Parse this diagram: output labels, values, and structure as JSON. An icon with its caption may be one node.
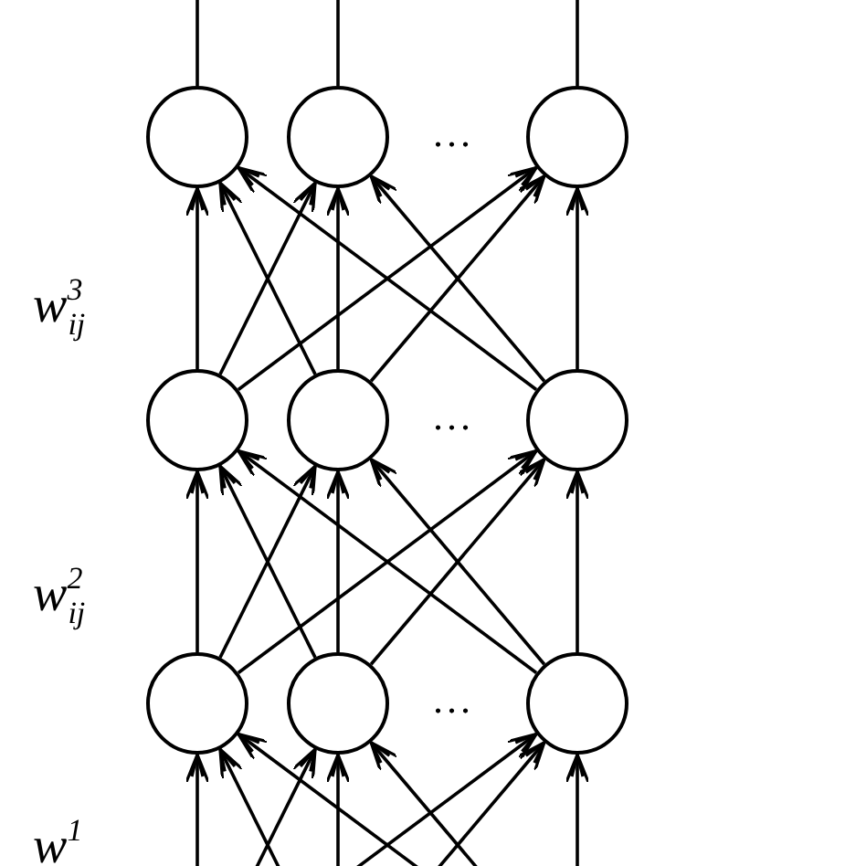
{
  "diagram": {
    "nodes": [
      {
        "text": [],
        "shape": "circle"
      },
      {
        "text": [],
        "shape": "circle"
      },
      {
        "text": [],
        "shape": "circle"
      },
      {
        "text": [],
        "shape": "circle"
      },
      {
        "text": [],
        "shape": "circle"
      },
      {
        "text": [],
        "shape": "circle"
      },
      {
        "text": [],
        "shape": "circle"
      },
      {
        "text": [],
        "shape": "circle"
      },
      {
        "text": [],
        "shape": "circle"
      }
    ],
    "edges": [
      {
        "from": 0,
        "to": null,
        "arrow": "none"
      },
      {
        "from": 1,
        "to": null,
        "arrow": "none"
      },
      {
        "from": 2,
        "to": null,
        "arrow": "none"
      },
      {
        "from": 3,
        "to": 0,
        "arrow": "to"
      },
      {
        "from": 3,
        "to": 1,
        "arrow": "to"
      },
      {
        "from": 3,
        "to": 2,
        "arrow": "to"
      },
      {
        "from": 4,
        "to": 0,
        "arrow": "to"
      },
      {
        "from": 4,
        "to": 1,
        "arrow": "to"
      },
      {
        "from": 4,
        "to": 2,
        "arrow": "to"
      },
      {
        "from": 5,
        "to": 0,
        "arrow": "to"
      },
      {
        "from": 5,
        "to": 1,
        "arrow": "to"
      },
      {
        "from": 5,
        "to": 2,
        "arrow": "to"
      },
      {
        "from": 6,
        "to": 3,
        "arrow": "to"
      },
      {
        "from": 6,
        "to": 4,
        "arrow": "to"
      },
      {
        "from": 6,
        "to": 5,
        "arrow": "to"
      },
      {
        "from": 7,
        "to": 3,
        "arrow": "to"
      },
      {
        "from": 7,
        "to": 4,
        "arrow": "to"
      },
      {
        "from": 7,
        "to": 5,
        "arrow": "to"
      },
      {
        "from": 8,
        "to": 3,
        "arrow": "to"
      },
      {
        "from": 8,
        "to": 4,
        "arrow": "to"
      },
      {
        "from": 8,
        "to": 5,
        "arrow": "to"
      },
      {
        "from": null,
        "to": 6,
        "arrow": "to"
      },
      {
        "from": null,
        "to": 7,
        "arrow": "to"
      },
      {
        "from": null,
        "to": 8,
        "arrow": "to"
      },
      {
        "from": null,
        "to": 6,
        "arrow": "to"
      },
      {
        "from": null,
        "to": 7,
        "arrow": "to"
      },
      {
        "from": null,
        "to": 8,
        "arrow": "to"
      },
      {
        "from": null,
        "to": 6,
        "arrow": "to"
      },
      {
        "from": null,
        "to": 7,
        "arrow": "to"
      },
      {
        "from": null,
        "to": 8,
        "arrow": "to"
      }
    ],
    "labels": [
      "...",
      "w$^{3}$$_{ij}$",
      "...",
      "w$^{2}$$_{ij}$",
      "...",
      "w$^{1}$"
    ]
  }
}
